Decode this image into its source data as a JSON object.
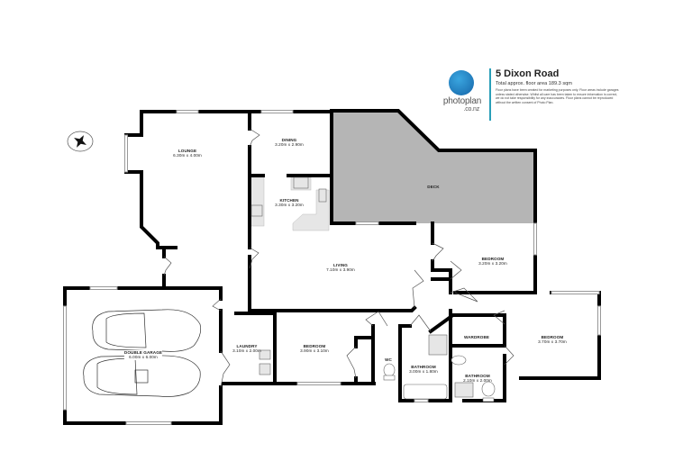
{
  "header": {
    "brand": "photoplan",
    "brand_sub": ".co.nz",
    "address": "5 Dixon Road",
    "floor_area": "Total approx. floor area 189.3 sqm",
    "disclaimer": "Floor plans have been created for marketing purposes only. Floor areas include garages unless stated otherwise. Whilst all care has been taken to ensure information is correct, we do not take responsibility for any inaccuracies. Floor plans cannot be reproduced without the written consent of Photo Plan.",
    "accent_color": "#2a9fb8",
    "logo_color": "#1e7fc4"
  },
  "compass": {
    "icon": "compass-rose-icon"
  },
  "rooms": [
    {
      "id": "lounge",
      "name": "LOUNGE",
      "dims": "6.30m  x 4.00m"
    },
    {
      "id": "dining",
      "name": "DINING",
      "dims": "3.20m  x 2.90m"
    },
    {
      "id": "kitchen",
      "name": "KITCHEN",
      "dims": "3.30m  x 3.20m"
    },
    {
      "id": "deck",
      "name": "DECK",
      "dims": ""
    },
    {
      "id": "living",
      "name": "LIVING",
      "dims": "7.10m  x 3.90m"
    },
    {
      "id": "bedroom2",
      "name": "BEDROOM",
      "dims": "3.20m  x 3.20m"
    },
    {
      "id": "garage",
      "name": "DOUBLE GARAGE",
      "dims": "6.00m  x 6.00m"
    },
    {
      "id": "laundry",
      "name": "LAUNDRY",
      "dims": "3.10m  x 2.00m"
    },
    {
      "id": "bedroom3",
      "name": "BEDROOM",
      "dims": "3.90m  x 3.10m"
    },
    {
      "id": "wc",
      "name": "WC",
      "dims": ""
    },
    {
      "id": "bathroom1",
      "name": "BATHROOM",
      "dims": "3.00m  x 1.80m"
    },
    {
      "id": "wardrobe",
      "name": "WARDROBE",
      "dims": ""
    },
    {
      "id": "bathroom2",
      "name": "BATHROOM",
      "dims": "2.10m  x 2.00m"
    },
    {
      "id": "master",
      "name": "BEDROOM",
      "dims": "3.70m  x 3.70m"
    }
  ],
  "colors": {
    "wall": "#000000",
    "deck_fill": "#b5b5b5",
    "fixture_fill": "#e6e6e6",
    "window": "#d9d9d9"
  }
}
